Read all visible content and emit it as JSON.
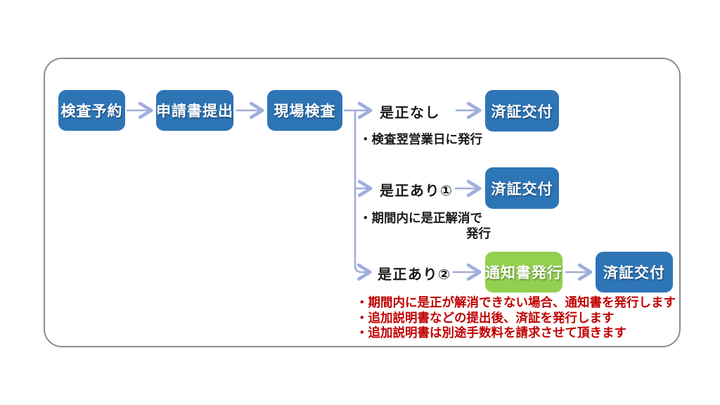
{
  "colors": {
    "background": "#FFFFFF",
    "box_blue": "#2E75B6",
    "box_green": "#92D050",
    "box_text": "#FFFFFF",
    "connector": "#9FAEDC",
    "note_red": "#C00000",
    "label_text": "#1A1A1A",
    "frame_border": "#8C8C8C"
  },
  "flow": {
    "main_steps": [
      {
        "label": "検査予約"
      },
      {
        "label": "申請書提出"
      },
      {
        "label": "現場検査"
      }
    ],
    "branches": [
      {
        "label": "是正なし",
        "note_lines": [
          "・検査翌営業日に発行"
        ],
        "steps": [
          {
            "label": "済証交付",
            "color": "blue"
          }
        ]
      },
      {
        "label": "是正あり①",
        "note_lines": [
          "・期間内に是正解消で",
          "発行"
        ],
        "steps": [
          {
            "label": "済証交付",
            "color": "blue"
          }
        ]
      },
      {
        "label": "是正あり②",
        "note_lines": [],
        "steps": [
          {
            "label": "通知書発行",
            "color": "green"
          },
          {
            "label": "済証交付",
            "color": "blue"
          }
        ]
      }
    ],
    "footnotes": [
      "・期間内に是正が解消できない場合、通知書を発行します",
      "・追加説明書などの提出後、済証を発行します",
      "・追加説明書は別途手数料を請求させて頂きます"
    ]
  }
}
